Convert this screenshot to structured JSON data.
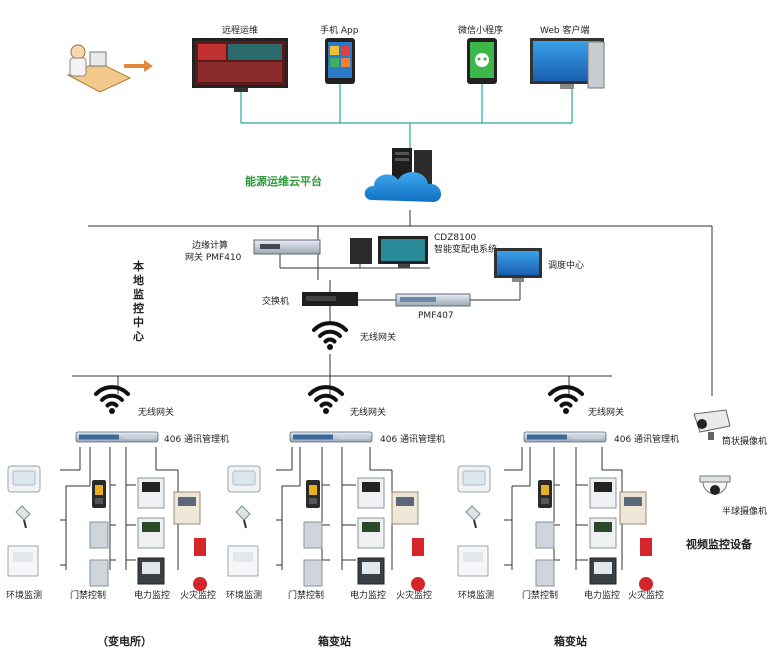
{
  "top": {
    "remote_ops": "远程运维",
    "mobile_app": "手机 App",
    "wechat": "微信小程序",
    "web_client": "Web 客户端"
  },
  "cloud": {
    "label": "能源运维云平台"
  },
  "local": {
    "center_label": "本地监控中心",
    "edge_gateway_1": "边缘计算",
    "edge_gateway_2": "网关 PMF410",
    "cdz_1": "CDZ8100",
    "cdz_2": "智能变配电系统",
    "dispatch": "调度中心",
    "switch": "交换机",
    "pmf407": "PMF407",
    "wireless_gateway": "无线网关"
  },
  "stations": [
    {
      "name": "（变电所）",
      "wireless": "无线网关",
      "manager": "406 通讯管理机",
      "env": "环境监测",
      "door": "门禁控制",
      "power": "电力监控",
      "fire": "火灾监控"
    },
    {
      "name": "箱变站",
      "wireless": "无线网关",
      "manager": "406 通讯管理机",
      "env": "环境监测",
      "door": "门禁控制",
      "power": "电力监控",
      "fire": "火灾监控"
    },
    {
      "name": "箱变站",
      "wireless": "无线网关",
      "manager": "406 通讯管理机",
      "env": "环境监测",
      "door": "门禁控制",
      "power": "电力监控",
      "fire": "火灾监控"
    }
  ],
  "video": {
    "bullet_camera": "筒状摄像机",
    "dome_camera": "半球摄像机",
    "label": "视频监控设备"
  },
  "colors": {
    "teal_line": "#27a7a7",
    "cloud_blue": "#1e88d8",
    "green_text": "#2e9a3c"
  }
}
